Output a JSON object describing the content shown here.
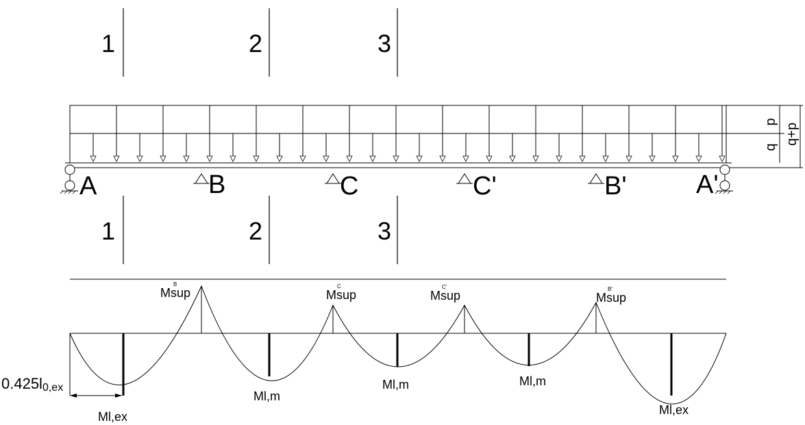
{
  "sections_top": [
    "1",
    "2",
    "3"
  ],
  "sections_bottom": [
    "1",
    "2",
    "3"
  ],
  "supports": [
    "A",
    "B",
    "C",
    "C'",
    "B'",
    "A'"
  ],
  "load_labels": {
    "q": "q",
    "p": "p",
    "q_plus_p": "q+p"
  },
  "moment_labels": {
    "sup_text": "Msup",
    "sup_superscripts": [
      "B",
      "C",
      "C'",
      "B'"
    ],
    "span_ex": "Ml,ex",
    "span_m": "Ml,m"
  },
  "dimension_label": {
    "main": "0.425l",
    "sub": "0,ex"
  }
}
